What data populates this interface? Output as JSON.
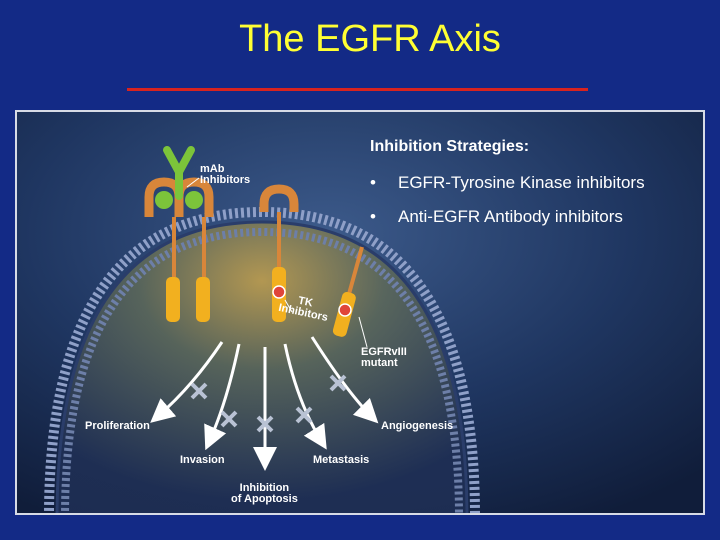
{
  "slide": {
    "title": "The EGFR Axis"
  },
  "strategies": {
    "heading": "Inhibition Strategies:",
    "bullet": "•",
    "items": [
      "EGFR-Tyrosine Kinase inhibitors",
      "Anti-EGFR Antibody inhibitors"
    ]
  },
  "diagram": {
    "mab_label_1": "mAb",
    "mab_label_2": "Inhibitors",
    "tk_label_1": "TK",
    "tk_label_2": "Inhibitors",
    "mutant_label_1": "EGFRvIII",
    "mutant_label_2": "mutant",
    "outcomes": {
      "proliferation": "Proliferation",
      "invasion": "Invasion",
      "apoptosis_1": "Inhibition",
      "apoptosis_2": "of Apoptosis",
      "metastasis": "Metastasis",
      "angiogenesis": "Angiogenesis"
    }
  },
  "colors": {
    "background": "#132a86",
    "title": "#ffff33",
    "title_rule": "#d8231f",
    "receptor": "#d8863a",
    "kinase": "#f2b01f",
    "antibody": "#7cc43a"
  }
}
